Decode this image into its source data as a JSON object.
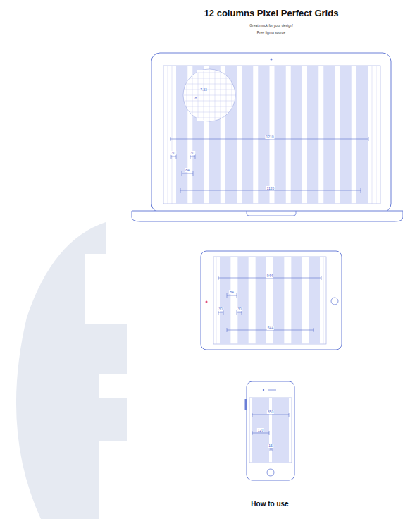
{
  "diagram": {
    "title": "12 columns Pixel Perfect Grids",
    "labels": [
      "Great mock for your design!",
      "Free figma source",
      "7.33",
      "8",
      "1210",
      "30",
      "30",
      "84",
      "1120",
      "944",
      "84",
      "30",
      "30",
      "544",
      "350",
      "120",
      "15",
      "How to use"
    ]
  }
}
